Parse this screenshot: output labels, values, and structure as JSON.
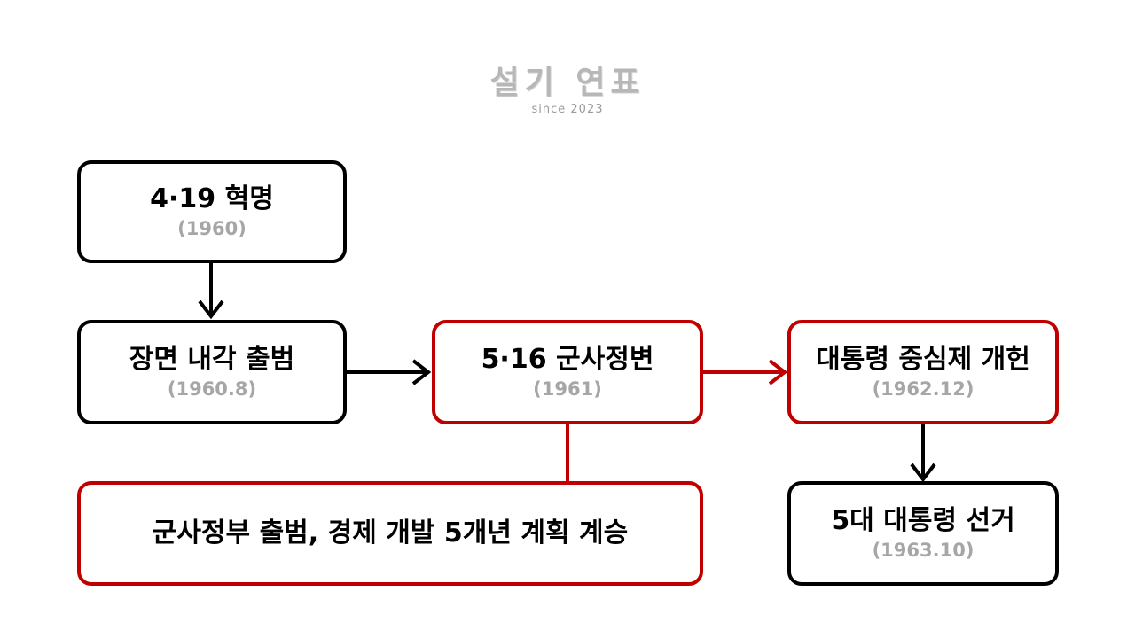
{
  "brand": {
    "title": "설기 연표",
    "subtitle": "since 2023"
  },
  "colors": {
    "black_border": "#000000",
    "red_border": "#c00000",
    "date_gray": "#a6a6a6",
    "brand_gray": "#b7b7b7"
  },
  "nodes": {
    "april19": {
      "title": "4·19 혁명",
      "date": "(1960)"
    },
    "chang_cabinet": {
      "title": "장면 내각 출범",
      "date": "(1960.8)"
    },
    "may16": {
      "title": "5·16 군사정변",
      "date": "(1961)"
    },
    "presidential": {
      "title": "대통령 중심제 개헌",
      "date": "(1962.12)"
    },
    "election": {
      "title": "5대 대통령 선거",
      "date": "(1963.10)"
    },
    "military_gov": {
      "title": "군사정부 출범, 경제 개발 5개년 계획 계승"
    }
  }
}
